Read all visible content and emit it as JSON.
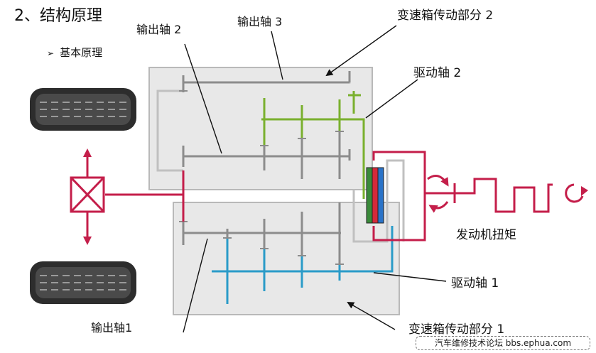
{
  "title": "2、结构原理",
  "subtitle": {
    "bullet": "➢",
    "text": "基本原理"
  },
  "labels": {
    "output_shaft_2": "输出轴 2",
    "output_shaft_3": "输出轴 3",
    "gearbox_part_2": "变速箱传动部分 2",
    "drive_shaft_2": "驱动轴 2",
    "engine_torque": "发动机扭矩",
    "drive_shaft_1": "驱动轴 1",
    "output_shaft_1": "输出轴1",
    "gearbox_part_1": "变速箱传动部分 1"
  },
  "watermark": "汽车维修技术论坛 bbs.ephua.com",
  "colors": {
    "drive_shaft_2": "#7ab02e",
    "drive_shaft_1": "#2a9bc8",
    "engine_shaft": "#c41e4a",
    "output_shaft": "#8c8c8c",
    "housing_fill": "#e8e8e8",
    "housing_stroke": "#b9b9b9",
    "clutch_green": "#3a8a3a",
    "clutch_red": "#d42a3a",
    "clutch_blue": "#2a73c8"
  }
}
